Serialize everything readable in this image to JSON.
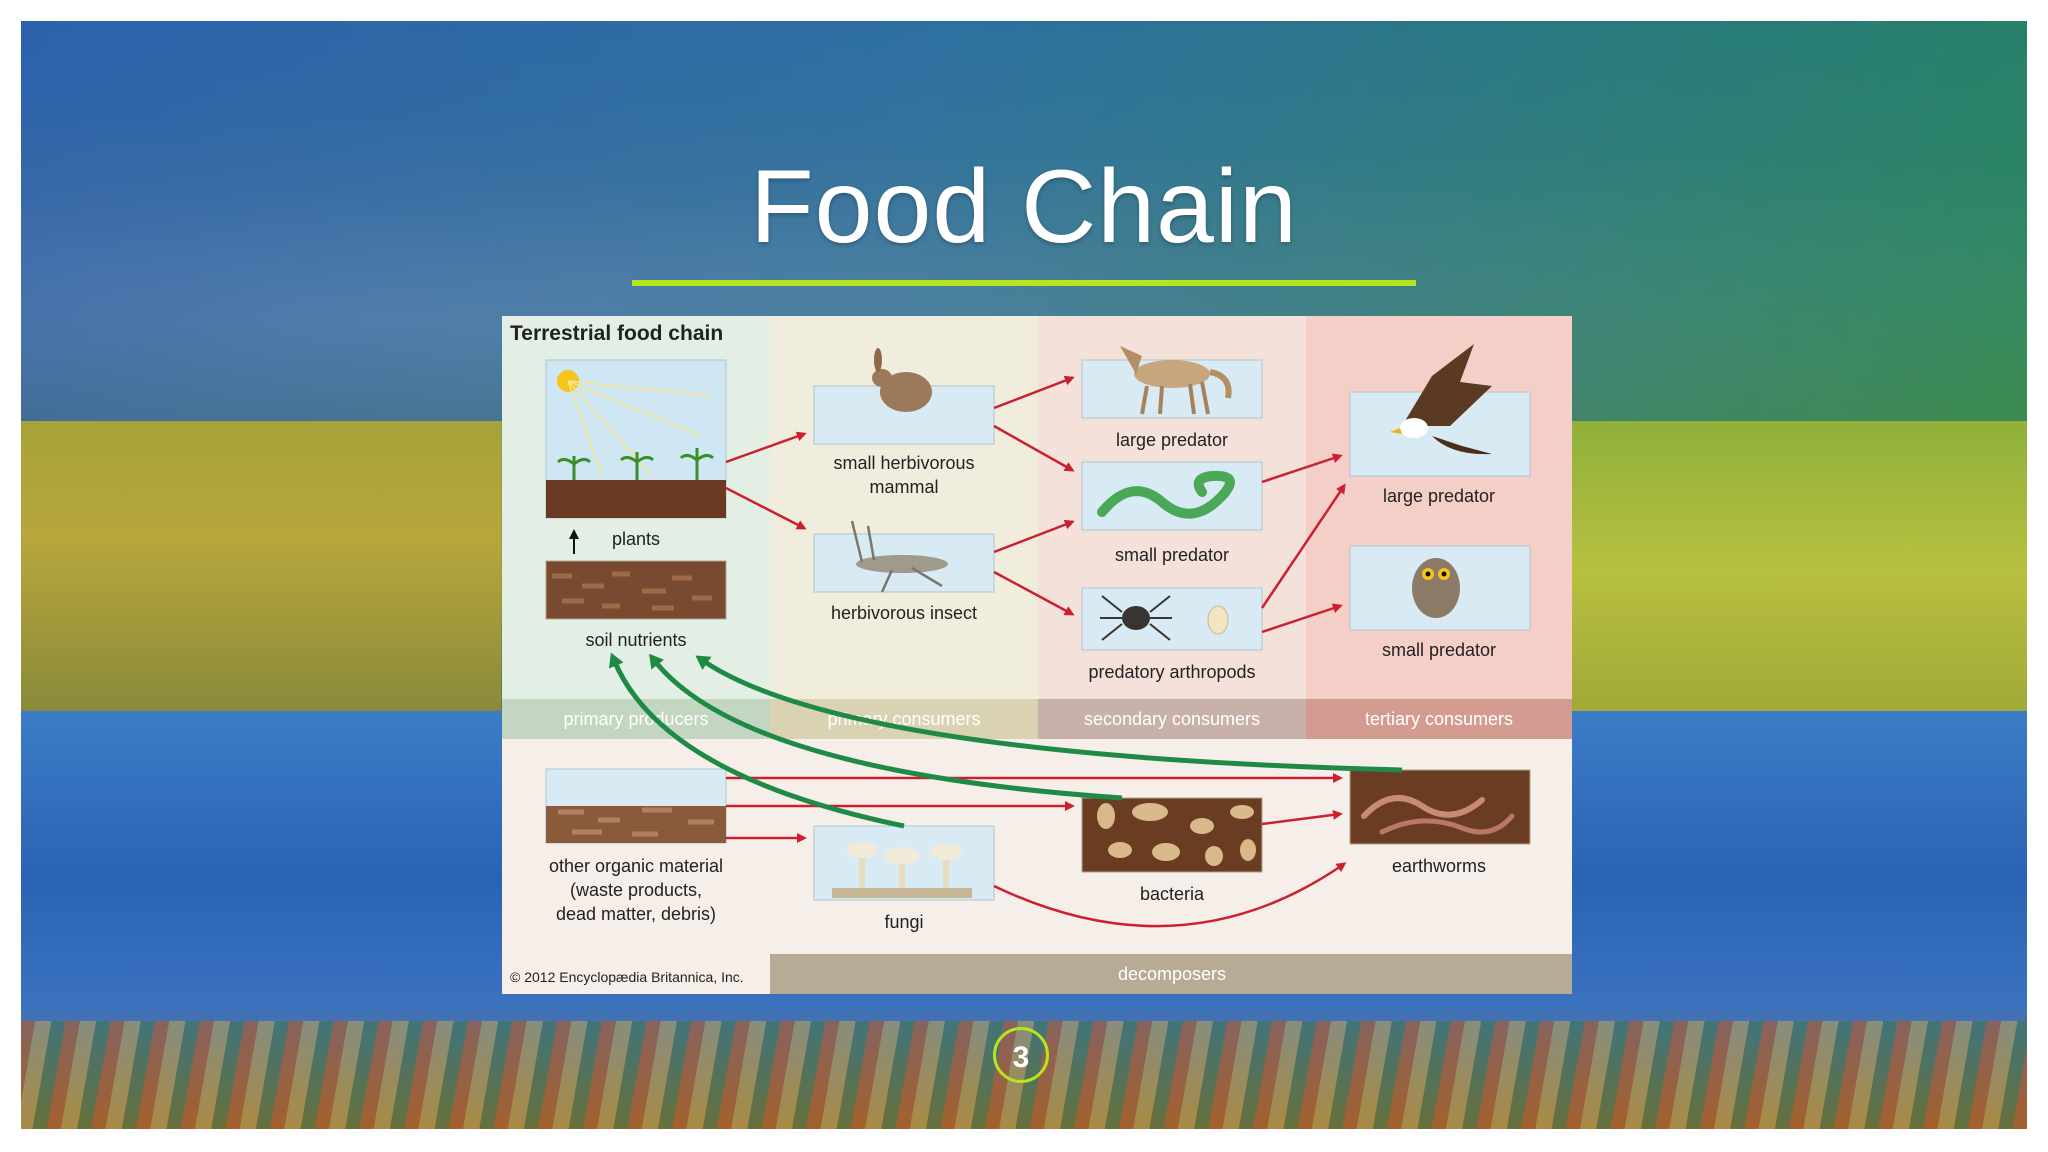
{
  "slide": {
    "title": "Food Chain",
    "page_number": "3"
  },
  "figure": {
    "heading": "Terrestrial food chain",
    "nodes": {
      "plants": "plants",
      "soil": "soil nutrients",
      "herb_mammal_1": "small herbivorous",
      "herb_mammal_2": "mammal",
      "herb_insect": "herbivorous insect",
      "large_pred_sec": "large predator",
      "small_pred_sec": "small predator",
      "pred_arthropods": "predatory arthropods",
      "large_pred_ter": "large predator",
      "small_pred_ter": "small predator",
      "organic_1": "other organic material",
      "organic_2": "(waste products,",
      "organic_3": "dead matter, debris)",
      "fungi": "fungi",
      "bacteria": "bacteria",
      "earthworms": "earthworms"
    },
    "bands": {
      "primary_producers": "primary producers",
      "primary_consumers": "primary consumers",
      "secondary_consumers": "secondary consumers",
      "tertiary_consumers": "tertiary consumers",
      "decomposers": "decomposers"
    },
    "copyright": "© 2012 Encyclopædia Britannica, Inc.",
    "colors": {
      "energy_arrow": "#cc2030",
      "nutrient_arrow": "#1f8a45",
      "title_rule": "#b5e61d"
    }
  }
}
